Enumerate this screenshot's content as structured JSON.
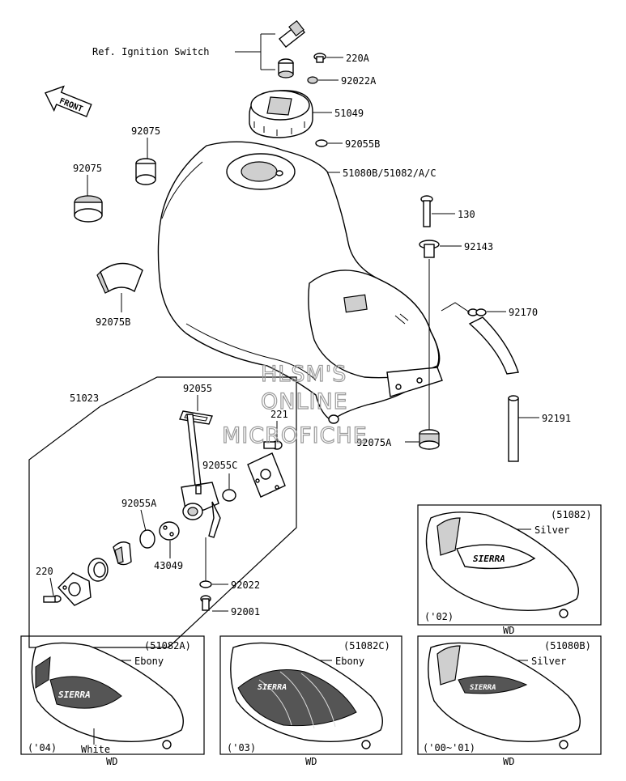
{
  "reference": {
    "ignition_switch": "Ref. Ignition Switch",
    "front": "FRONT"
  },
  "callouts": {
    "p220A": "220A",
    "p92022A": "92022A",
    "p51049": "51049",
    "p92055B": "92055B",
    "p51080": "51080B/51082/A/C",
    "p92075_upper": "92075",
    "p92075_left": "92075",
    "p92075B": "92075B",
    "p130": "130",
    "p92143": "92143",
    "p92170": "92170",
    "p92191": "92191",
    "p92075A": "92075A",
    "p51023": "51023",
    "p92055": "92055",
    "p221": "221",
    "p92055C": "92055C",
    "p92055A": "92055A",
    "p43049": "43049",
    "p220": "220",
    "p92022": "92022",
    "p92001": "92001"
  },
  "watermark": {
    "line1": "HLSM'S",
    "line2": "ONLINE",
    "line3": "MICROFICHE"
  },
  "variants": [
    {
      "part": "(51082)",
      "color": "Silver",
      "year": "('02)",
      "code": "WD",
      "decal_text": "SIERRA"
    },
    {
      "part": "(51082A)",
      "color": "Ebony",
      "trim": "White",
      "year": "('04)",
      "code": "WD",
      "decal_text": "SIERRA"
    },
    {
      "part": "(51082C)",
      "color": "Ebony",
      "year": "('03)",
      "code": "WD",
      "decal_text": "SIERRA"
    },
    {
      "part": "(51080B)",
      "color": "Silver",
      "year": "('00~'01)",
      "code": "WD",
      "decal_text": "SIERRA"
    }
  ],
  "colors": {
    "line": "#000000",
    "watermark": "#9a9a9a",
    "shade": "#cfcfcf"
  }
}
